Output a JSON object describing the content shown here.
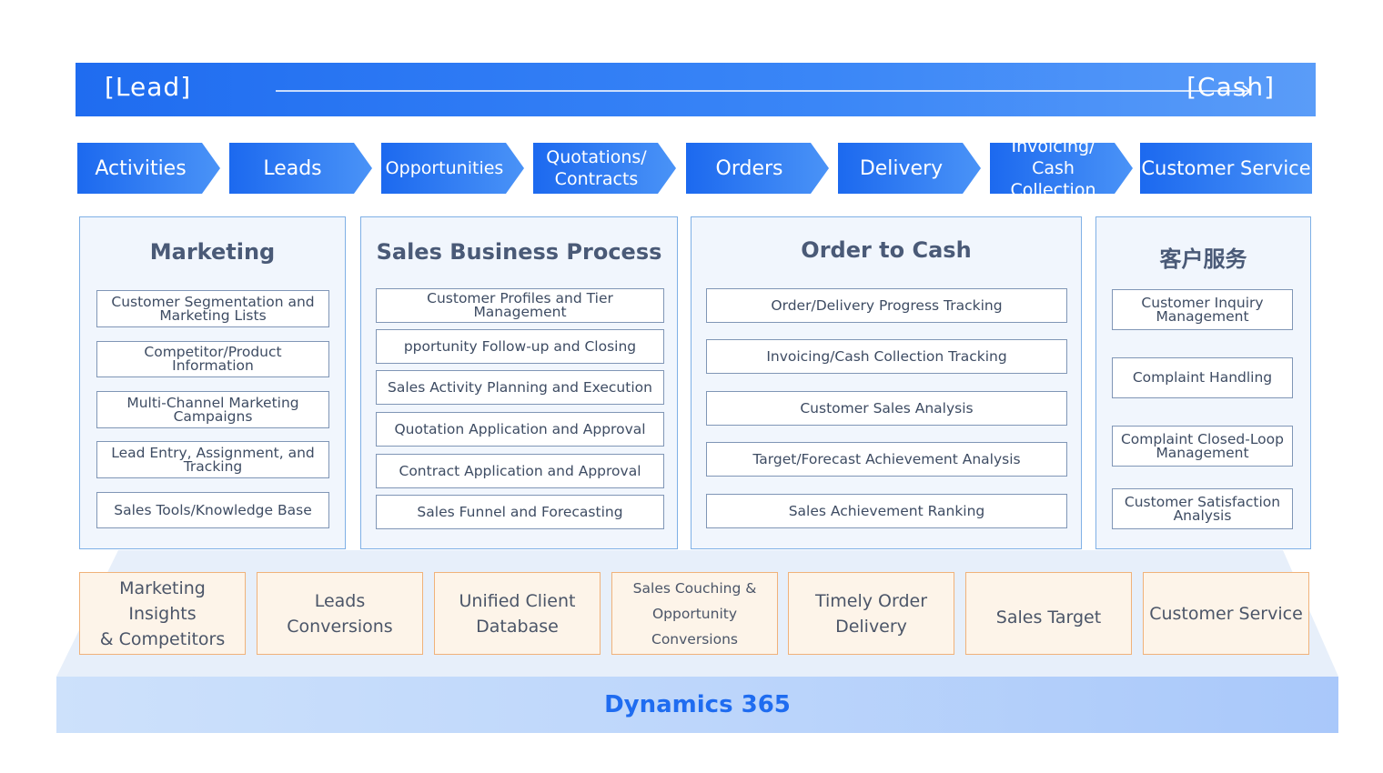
{
  "banner": {
    "left": "[Lead]",
    "right": "[Cash]"
  },
  "steps": [
    "Activities",
    "Leads",
    "Opportunities",
    "Quotations/\nContracts",
    "Orders",
    "Delivery",
    "Invoicing/\nCash Collection",
    "Customer Service"
  ],
  "modules": [
    {
      "title": "Marketing",
      "items": [
        "Customer Segmentation and Marketing Lists",
        "Competitor/Product Information",
        "Multi-Channel Marketing Campaigns",
        "Lead Entry, Assignment, and Tracking",
        "Sales Tools/Knowledge Base"
      ]
    },
    {
      "title": "Sales Business Process",
      "items": [
        "Customer Profiles and Tier Management",
        "pportunity Follow-up and Closing",
        "Sales Activity Planning and Execution",
        "Quotation Application and Approval",
        "Contract Application and Approval",
        "Sales Funnel and Forecasting"
      ]
    },
    {
      "title": "Order to Cash",
      "items": [
        "Order/Delivery Progress Tracking",
        "Invoicing/Cash Collection Tracking",
        "Customer Sales Analysis",
        "Target/Forecast Achievement Analysis",
        "Sales Achievement Ranking"
      ]
    },
    {
      "title": "客户服务",
      "items": [
        "Customer Inquiry Management",
        "Complaint Handling",
        "Complaint Closed-Loop Management",
        "Customer Satisfaction Analysis"
      ]
    }
  ],
  "goals": [
    "Marketing Insights\n& Competitors",
    "Leads Conversions",
    "Unified Client\nDatabase",
    "Sales Couching &\nOpportunity Conversions",
    "Timely Order\nDelivery",
    "Sales Target",
    "Customer Service"
  ],
  "base": {
    "label": "Dynamics 365"
  },
  "colors": {
    "primary_blue": "#1f6cf0",
    "module_border": "#7fb0e6",
    "goal_border": "#f0b27a",
    "goal_fill": "#fdf4e9"
  }
}
